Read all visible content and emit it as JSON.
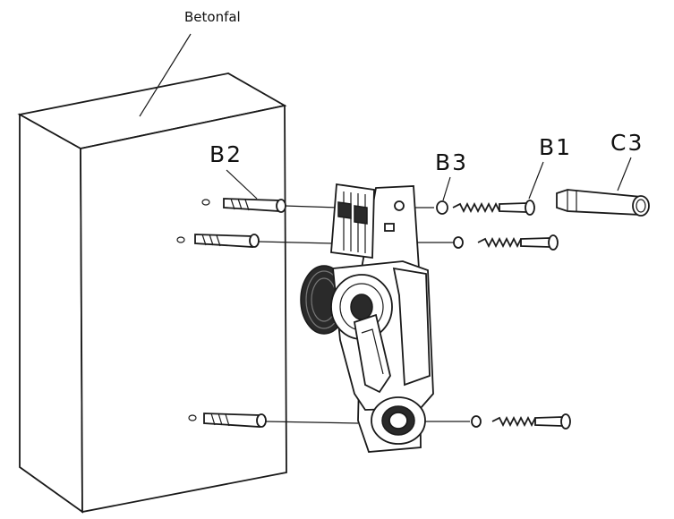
{
  "labels": {
    "wall": "Betonfal",
    "b2": "B2",
    "b3": "B3",
    "b1": "B1",
    "c3": "C3"
  },
  "colors": {
    "line": "#1a1a1a",
    "background": "#ffffff"
  }
}
